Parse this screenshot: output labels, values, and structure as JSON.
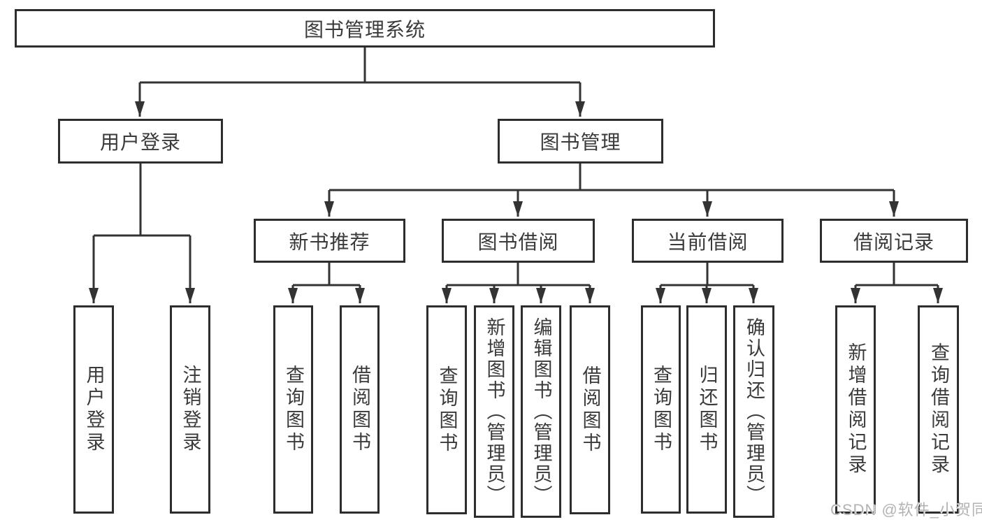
{
  "diagram": {
    "root": {
      "label": "图书管理系统"
    },
    "level2": [
      {
        "id": "user-login-branch",
        "label": "用户登录"
      },
      {
        "id": "book-management-branch",
        "label": "图书管理"
      }
    ],
    "level3": [
      {
        "id": "new-book-recommend",
        "label": "新书推荐"
      },
      {
        "id": "book-borrow",
        "label": "图书借阅"
      },
      {
        "id": "current-borrow",
        "label": "当前借阅"
      },
      {
        "id": "borrow-records",
        "label": "借阅记录"
      }
    ],
    "leaves": [
      {
        "group": "user-login-branch",
        "label": "用户登录"
      },
      {
        "group": "user-login-branch",
        "label": "注销登录"
      },
      {
        "group": "new-book-recommend",
        "label": "查询图书"
      },
      {
        "group": "new-book-recommend",
        "label": "借阅图书"
      },
      {
        "group": "book-borrow",
        "label": "查询图书"
      },
      {
        "group": "book-borrow",
        "label": "新增图书（管理员）"
      },
      {
        "group": "book-borrow",
        "label": "编辑图书（管理员）"
      },
      {
        "group": "book-borrow",
        "label": "借阅图书"
      },
      {
        "group": "current-borrow",
        "label": "查询图书"
      },
      {
        "group": "current-borrow",
        "label": "归还图书"
      },
      {
        "group": "current-borrow",
        "label": "确认归还（管理员）"
      },
      {
        "group": "borrow-records",
        "label": "新增借阅记录"
      },
      {
        "group": "borrow-records",
        "label": "查询借阅记录"
      }
    ],
    "watermark": "CSDN @软件_小贺同学",
    "colors": {
      "line": "#333333",
      "border": "#2d2d2d",
      "text": "#3a3a3a",
      "watermark": "#b3b3b3",
      "background": "#ffffff"
    }
  }
}
